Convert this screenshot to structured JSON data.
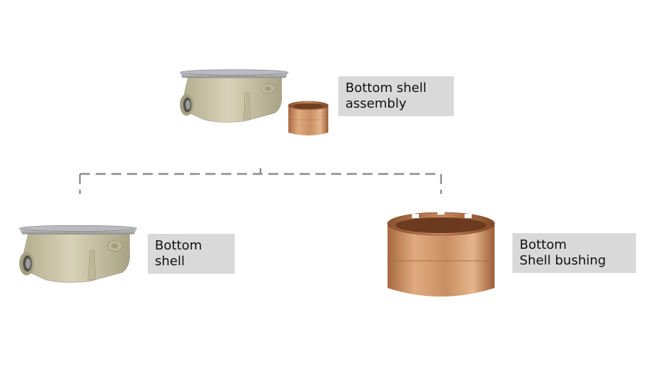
{
  "labels": {
    "assembly": "Bottom shell\nassembly",
    "shell": "Bottom\nshell",
    "bushing": "Bottom\nShell bushing"
  },
  "colors": {
    "label_background": "#d9d9d9",
    "connector_dashes": "#8c8c8c",
    "shell_body": "#c9c3a5",
    "shell_rim": "#a7a9ac",
    "bushing_bronze": "#c98f63"
  },
  "icons": {
    "assembly": "bottom-shell-with-bushing-image",
    "shell": "bottom-shell-casting-image",
    "bushing": "bronze-bushing-image"
  }
}
